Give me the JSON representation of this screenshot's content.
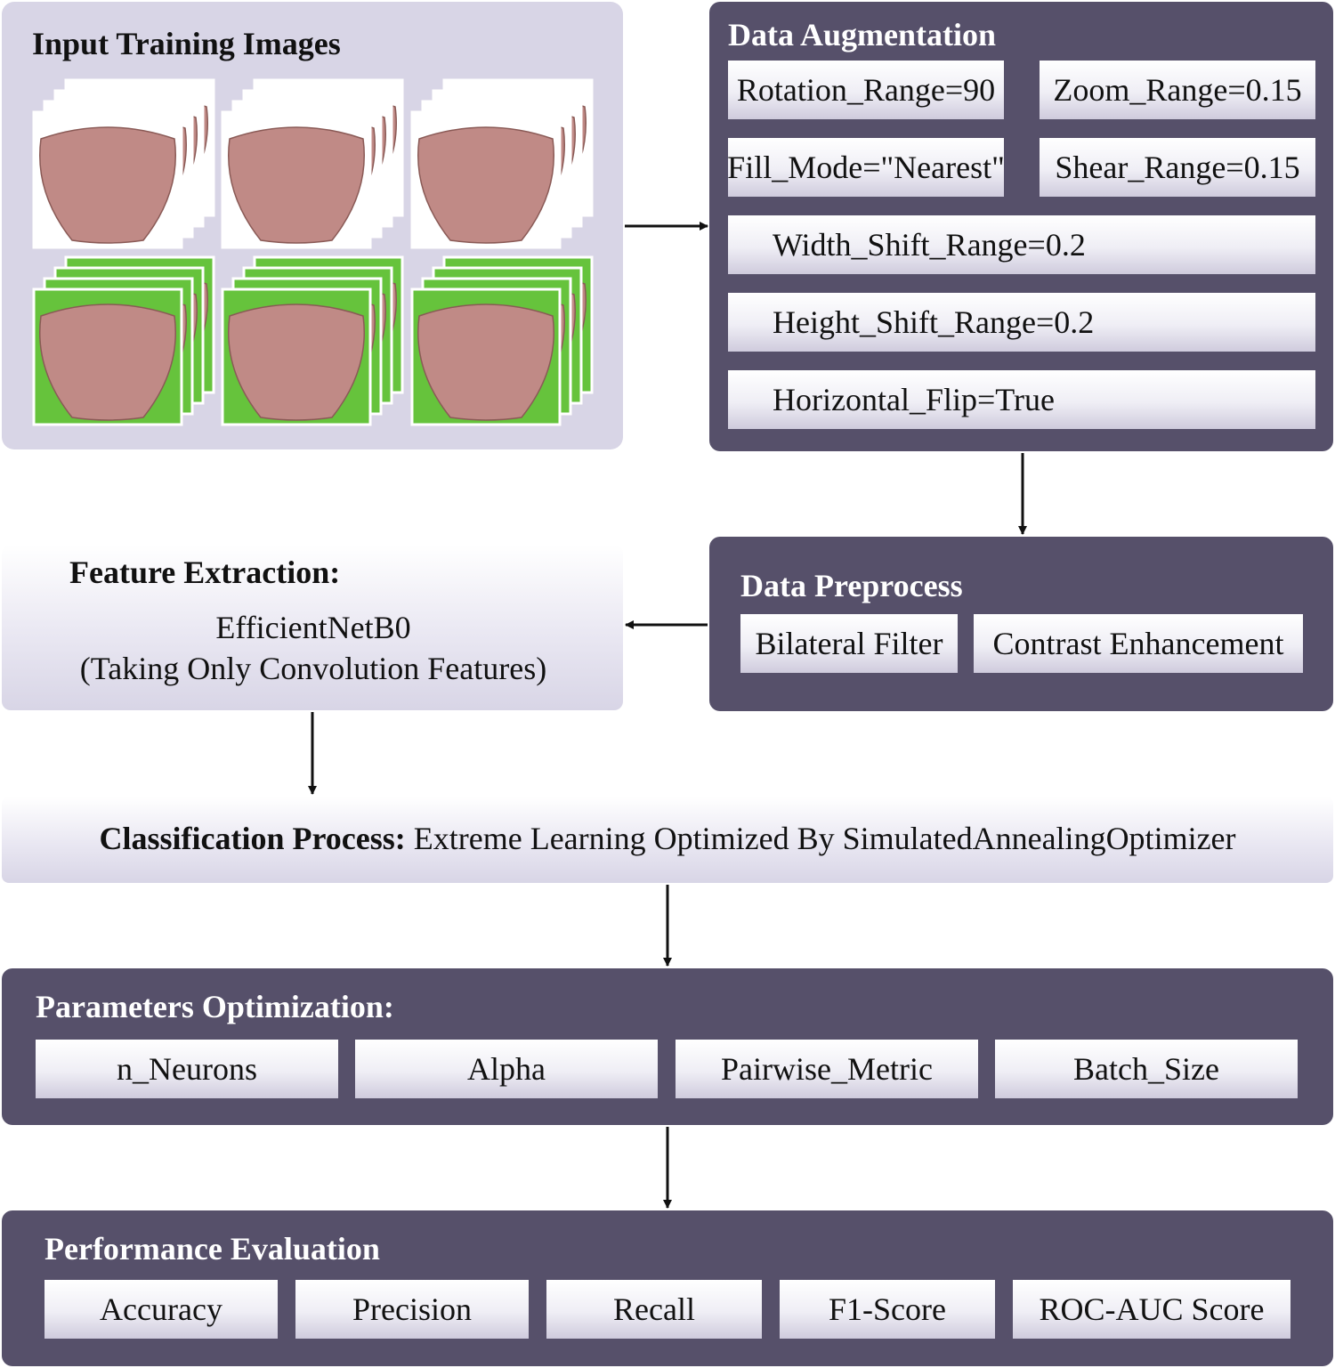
{
  "input_images": {
    "title": "Input Training Images",
    "white_background_count": 3,
    "green_background_count": 3,
    "colors": {
      "white_bg": "#ffffff",
      "green_bg": "#66c33c",
      "tongue": "#c08a86"
    }
  },
  "augmentation": {
    "title": "Data Augmentation",
    "params": [
      "Rotation_Range=90",
      "Zoom_Range=0.15",
      "Fill_Mode=\"Nearest\"",
      "Shear_Range=0.15",
      "Width_Shift_Range=0.2",
      "Height_Shift_Range=0.2",
      "Horizontal_Flip=True"
    ]
  },
  "preprocess": {
    "title": "Data Preprocess",
    "steps": [
      "Bilateral Filter",
      "Contrast Enhancement"
    ]
  },
  "feature_extraction": {
    "title": "Feature Extraction:",
    "model": "EfficientNetB0",
    "note": "(Taking Only Convolution Features)"
  },
  "classification": {
    "title": "Classification Process:",
    "description": "Extreme Learning Optimized By SimulatedAnnealingOptimizer"
  },
  "parameters": {
    "title": "Parameters Optimization:",
    "items": [
      "n_Neurons",
      "Alpha",
      "Pairwise_Metric",
      "Batch_Size"
    ]
  },
  "evaluation": {
    "title": "Performance Evaluation",
    "metrics": [
      "Accuracy",
      "Precision",
      "Recall",
      "F1-Score",
      "ROC-AUC Score"
    ]
  },
  "colors": {
    "dark_panel": "#56506a",
    "light_panel": "#d8d5e6",
    "arrow": "#111111"
  }
}
